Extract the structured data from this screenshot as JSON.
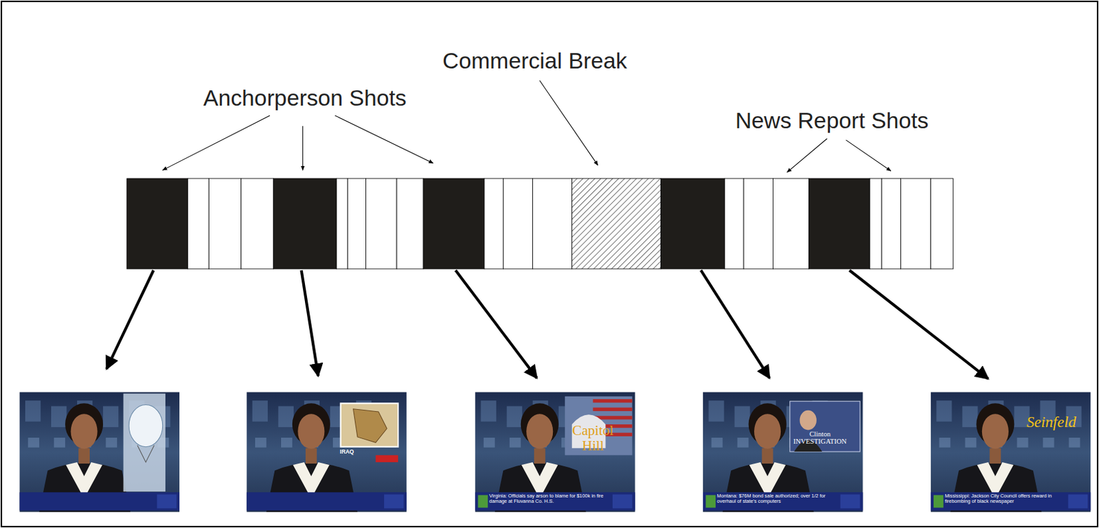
{
  "diagram": {
    "labels": [
      "Anchorperson Shots",
      "Commercial Break",
      "News Report Shots",
      "IRAQ",
      "Capitol Hill",
      "Clinton INVESTIGATION",
      "Seinfeld",
      "Virginia: Officials say arson to blame for $100k in fire damage at Fluvanna Co. H.S.",
      "Montana: $76M bond sale authorized; over 1/2 for overhaul of state's computers",
      "Mississippi: Jackson City Council offers reward in firebombing of black newspaper"
    ]
  }
}
